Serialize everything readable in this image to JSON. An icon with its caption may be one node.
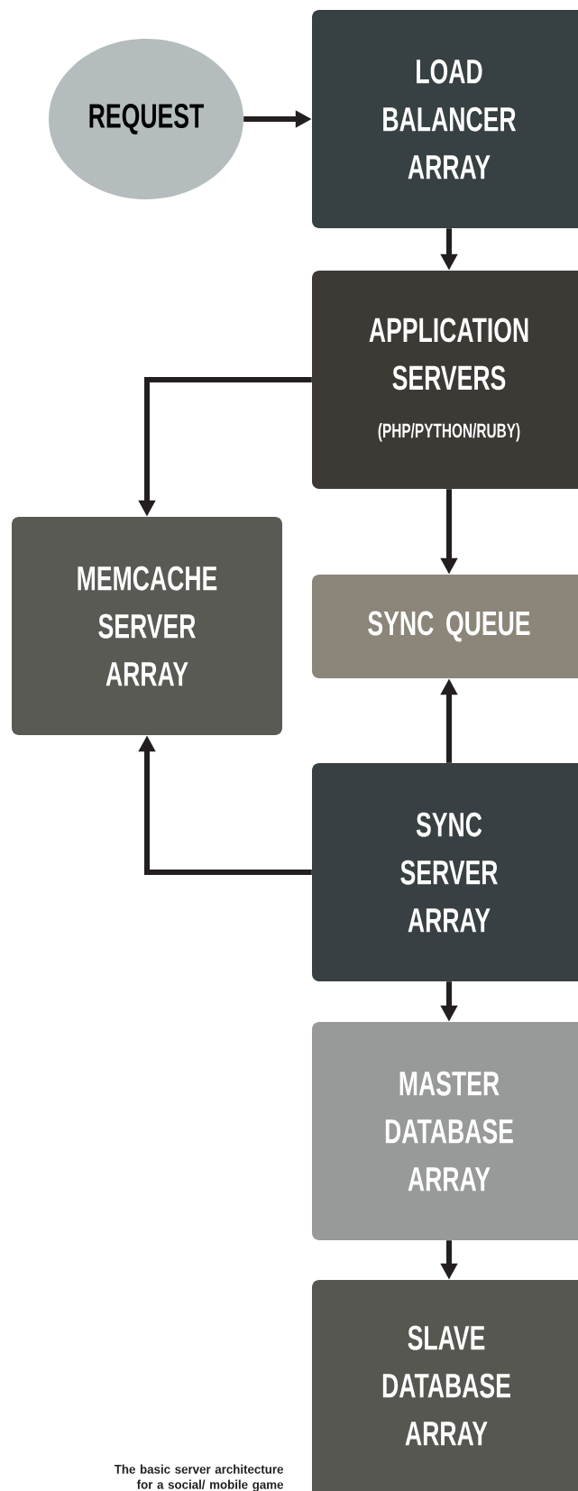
{
  "diagram": {
    "caption": "The basic server architecture for a social/ mobile game",
    "nodes": [
      {
        "text": [
          "REQUEST"
        ]
      },
      {
        "text": [
          "LOAD BALANCER ARRAY"
        ]
      },
      {
        "text": [
          "APPLICATION SERVERS",
          "(PHP/PYTHON/RUBY)"
        ]
      },
      {
        "text": [
          "MEMCACHE SERVER ARRAY"
        ]
      },
      {
        "text": [
          "SYNC QUEUE"
        ]
      },
      {
        "text": [
          "SYNC SERVER ARRAY"
        ]
      },
      {
        "text": [
          "MASTER DATABASE ARRAY"
        ]
      },
      {
        "text": [
          "SLAVE DATABASE ARRAY"
        ]
      }
    ],
    "edges": [
      {
        "from": 0,
        "to": 1,
        "arrow": "to"
      },
      {
        "from": 1,
        "to": 2,
        "arrow": "to"
      },
      {
        "from": 2,
        "to": 3,
        "arrow": "to"
      },
      {
        "from": 2,
        "to": 4,
        "arrow": "to"
      },
      {
        "from": 5,
        "to": 4,
        "arrow": "to"
      },
      {
        "from": 5,
        "to": 3,
        "arrow": "to"
      },
      {
        "from": 5,
        "to": 6,
        "arrow": "to"
      },
      {
        "from": 6,
        "to": 7,
        "arrow": "to"
      }
    ]
  }
}
